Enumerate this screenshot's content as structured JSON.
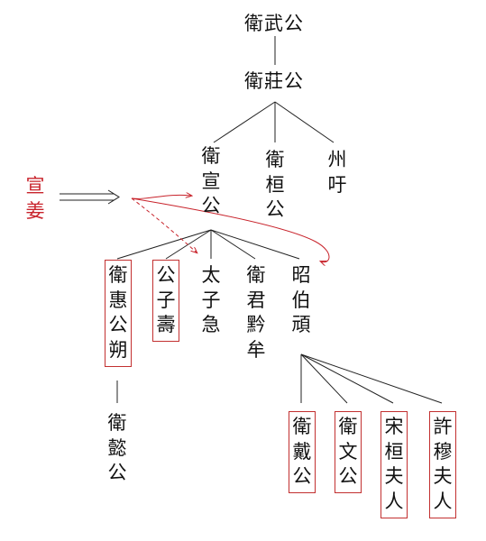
{
  "nodes": {
    "wei_wu_gong": "衛武公",
    "wei_zhuang_gong": "衛莊公",
    "wei_xuan_gong": "衛宣公",
    "wei_huan_gong": "衛桓公",
    "zhou_xu": "州吁",
    "xuan_jiang": "宣姜",
    "wei_hui_gong_shuo": "衛惠公朔",
    "gongzi_shou": "公子壽",
    "taizi_ji": "太子急",
    "wei_jun_qian_mou": "衛君黔牟",
    "zhao_bo_wan": "昭伯頑",
    "wei_yi_gong": "衛懿公",
    "wei_dai_gong": "衛戴公",
    "wei_wen_gong": "衛文公",
    "song_huan_furen": "宋桓夫人",
    "xu_mu_furen": "許穆夫人"
  },
  "colors": {
    "line": "#222222",
    "accent": "#c8232b",
    "box": "#c23030"
  }
}
